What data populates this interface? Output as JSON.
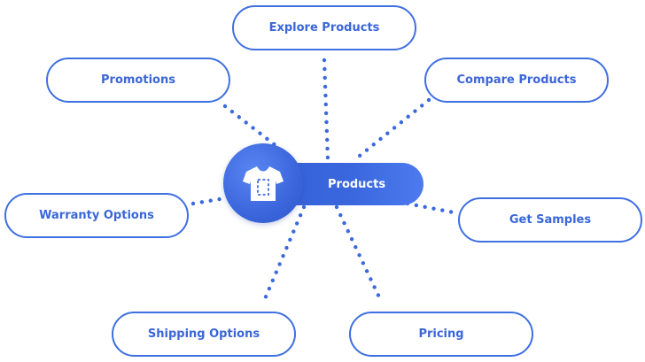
{
  "center": {
    "label": "Products",
    "icon": "tshirt-icon"
  },
  "nodes": {
    "explore": "Explore Products",
    "promotions": "Promotions",
    "compare": "Compare Products",
    "warranty": "Warranty Options",
    "samples": "Get Samples",
    "shipping": "Shipping Options",
    "pricing": "Pricing"
  },
  "colors": {
    "accent": "#3b69dd",
    "background": "#ffffff"
  }
}
